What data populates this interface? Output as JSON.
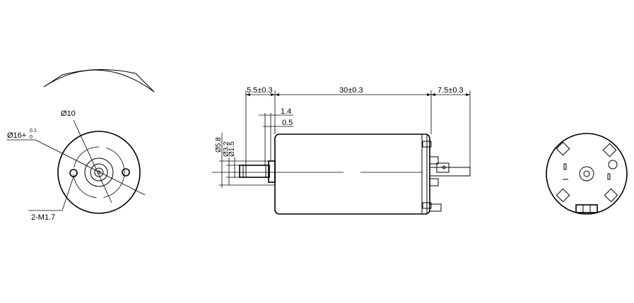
{
  "front_view": {
    "label_diameter_outer": "Ø16+",
    "label_tol_upper": "0.1",
    "label_tol_lower": "0",
    "label_diameter_inner": "Ø10",
    "label_holes": "2-M1.7"
  },
  "side_view": {
    "dim_front_length": "5.5±0.3",
    "dim_body_length": "30±0.3",
    "dim_rear_length": "7.5±0.3",
    "dim_collar_1": "1.4",
    "dim_collar_2": "0.5",
    "dim_boss_dia": "Ø5.8",
    "dim_shaft_1": "Ø3.2",
    "dim_shaft_2": "Ø1.5"
  }
}
